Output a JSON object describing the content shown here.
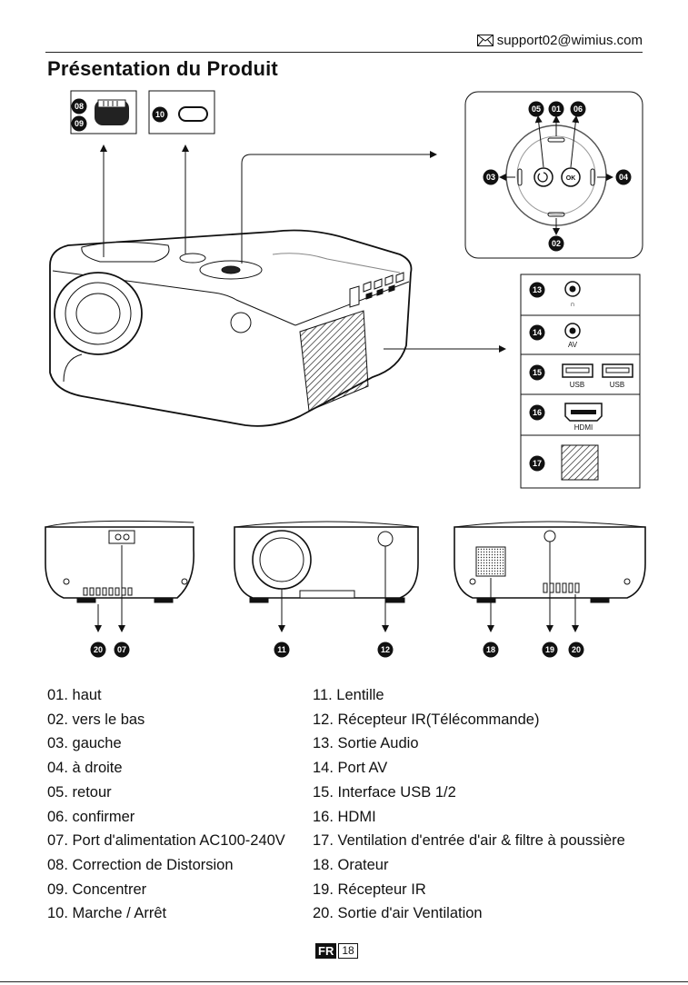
{
  "header": {
    "email": "support02@wimius.com",
    "title": "Présentation du Produit"
  },
  "callouts": {
    "top_left": [
      "08",
      "09"
    ],
    "power": "10",
    "control": [
      "05",
      "01",
      "06",
      "03",
      "04",
      "02"
    ],
    "ports": [
      "13",
      "14",
      "15",
      "16",
      "17"
    ],
    "views": [
      "20",
      "07",
      "11",
      "12",
      "18",
      "19",
      "20"
    ]
  },
  "port_labels": {
    "av": "AV",
    "usb1": "USB",
    "usb2": "USB",
    "hdmi": "HDMI",
    "ok": "OK"
  },
  "items_left": [
    "01. haut",
    "02. vers le bas",
    "03. gauche",
    "04. à droite",
    "05. retour",
    "06. confirmer",
    "07. Port d'alimentation AC100-240V",
    "08. Correction de Distorsion",
    "09. Concentrer",
    "10. Marche / Arrêt"
  ],
  "items_right": [
    "11. Lentille",
    "12. Récepteur IR(Télécommande)",
    "13. Sortie Audio",
    "14. Port AV",
    "15. Interface USB 1/2",
    "16. HDMI",
    "17. Ventilation d'entrée d'air & filtre à poussière",
    "18. Orateur",
    "19. Récepteur IR",
    "20. Sortie d'air Ventilation"
  ],
  "footer": {
    "lang": "FR",
    "page": "18"
  }
}
